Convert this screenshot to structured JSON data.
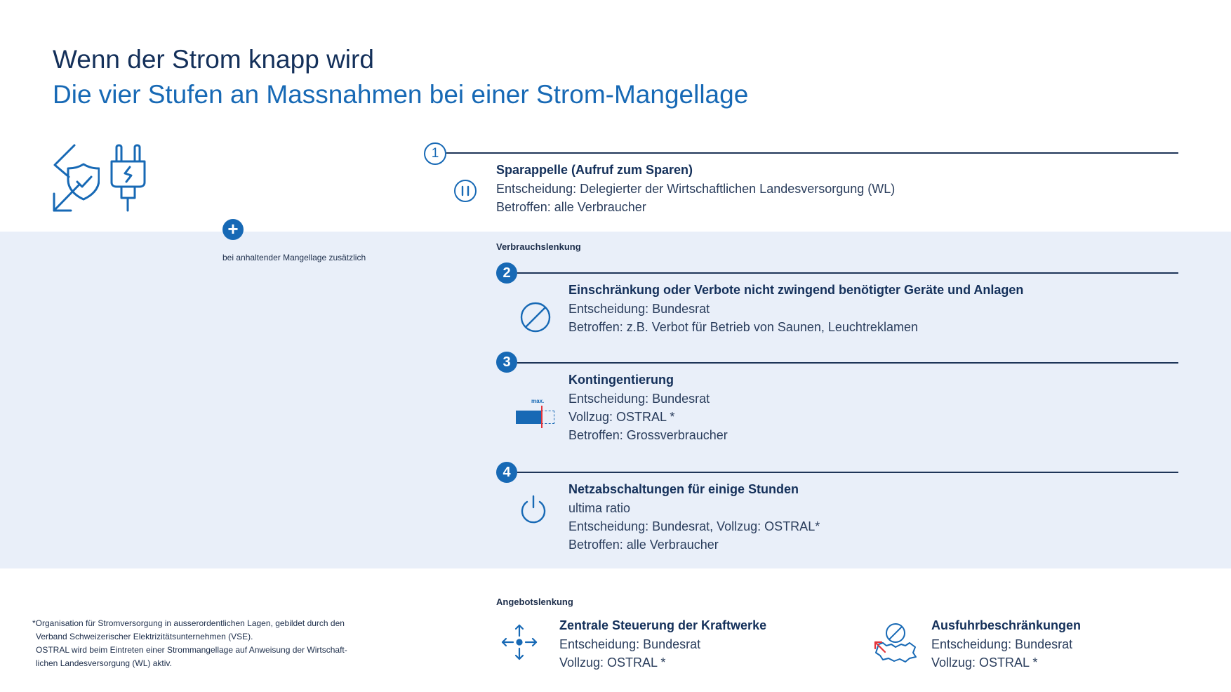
{
  "header": {
    "title": "Wenn der Strom knapp wird",
    "subtitle": "Die vier Stufen an Massnahmen bei einer Strom-Mangellage"
  },
  "additional_note": "bei anhaltender Mangellage zusätzlich",
  "plus_symbol": "+",
  "steps": [
    {
      "number": "1",
      "title": "Sparappelle (Aufruf zum Sparen)",
      "lines": [
        "Entscheidung: Delegierter der Wirtschaftlichen Landesversorgung (WL)",
        "Betroffen: alle Verbraucher"
      ]
    },
    {
      "number": "2",
      "title": "Einschränkung oder Verbote nicht zwingend benötigter Geräte und Anlagen",
      "lines": [
        "Entscheidung: Bundesrat",
        "Betroffen: z.B. Verbot für Betrieb von Saunen, Leuchtreklamen"
      ]
    },
    {
      "number": "3",
      "title": "Kontingentierung",
      "lines": [
        "Entscheidung: Bundesrat",
        "Vollzug: OSTRAL *",
        "Betroffen: Grossverbraucher"
      ],
      "icon_label": "max."
    },
    {
      "number": "4",
      "title": "Netzabschaltungen für einige Stunden",
      "lines": [
        "ultima ratio",
        "Entscheidung: Bundesrat, Vollzug: OSTRAL*",
        "Betroffen: alle Verbraucher"
      ]
    }
  ],
  "sections": {
    "consumption": "Verbrauchslenkung",
    "supply": "Angebotslenkung"
  },
  "supply_items": [
    {
      "title": "Zentrale Steuerung der Kraftwerke",
      "lines": [
        "Entscheidung: Bundesrat",
        "Vollzug: OSTRAL *"
      ]
    },
    {
      "title": "Ausfuhrbeschränkungen",
      "lines": [
        "Entscheidung: Bundesrat",
        "Vollzug: OSTRAL *"
      ]
    }
  ],
  "footnote": [
    "*Organisation für Stromversorgung in ausserordentlichen Lagen, gebildet durch den",
    "Verband Schweizerischer Elektrizitätsunternehmen (VSE).",
    "OSTRAL wird beim Eintreten einer Strommangellage auf Anweisung der Wirtschaft-",
    "lichen Landesversorgung (WL) aktiv."
  ],
  "colors": {
    "accent": "#1769b5",
    "dark": "#14305a",
    "band": "#e9eff9",
    "alert": "#e5343a"
  }
}
